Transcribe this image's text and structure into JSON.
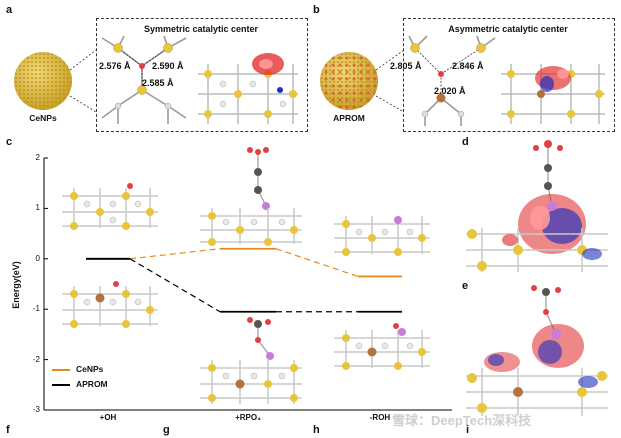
{
  "panels": {
    "a": "a",
    "b": "b",
    "c": "c",
    "d": "d",
    "e": "e",
    "f": "f",
    "g": "g",
    "h": "h",
    "i": "i"
  },
  "panel_a": {
    "title": "Symmetric catalytic center",
    "np_label": "CeNPs",
    "distances": [
      "2.576 Å",
      "2.590 Å",
      "2.585 Å"
    ]
  },
  "panel_b": {
    "title": "Asymmetric catalytic center",
    "np_label": "APROM",
    "distances": [
      "2.805 Å",
      "2.846 Å",
      "2.020 Å"
    ]
  },
  "colors": {
    "cenps": "#E8891F",
    "aprom": "#000000",
    "ce_atom": "#E8C53A",
    "o_atom": "#D9D9D9",
    "highlight_o": "#E04040",
    "mn_atom": "#B5713A",
    "p_atom": "#C77DD8",
    "density_pos": "#E02424",
    "density_neg": "#2030C0"
  },
  "watermark": "雪球：DeepTech深科技",
  "chart_data": {
    "type": "line",
    "ylabel": "Energy(eV)",
    "ylim": [
      -3,
      2
    ],
    "yticks": [
      -3,
      -2,
      -1,
      0,
      1,
      2
    ],
    "categories": [
      "+OH",
      "+RPO₄",
      "-ROH"
    ],
    "series": [
      {
        "name": "CeNPs",
        "values": [
          0.0,
          0.2,
          -0.35
        ]
      },
      {
        "name": "APROM",
        "values": [
          0.0,
          -1.05,
          -1.05
        ]
      }
    ],
    "legend": "bottom-left"
  }
}
